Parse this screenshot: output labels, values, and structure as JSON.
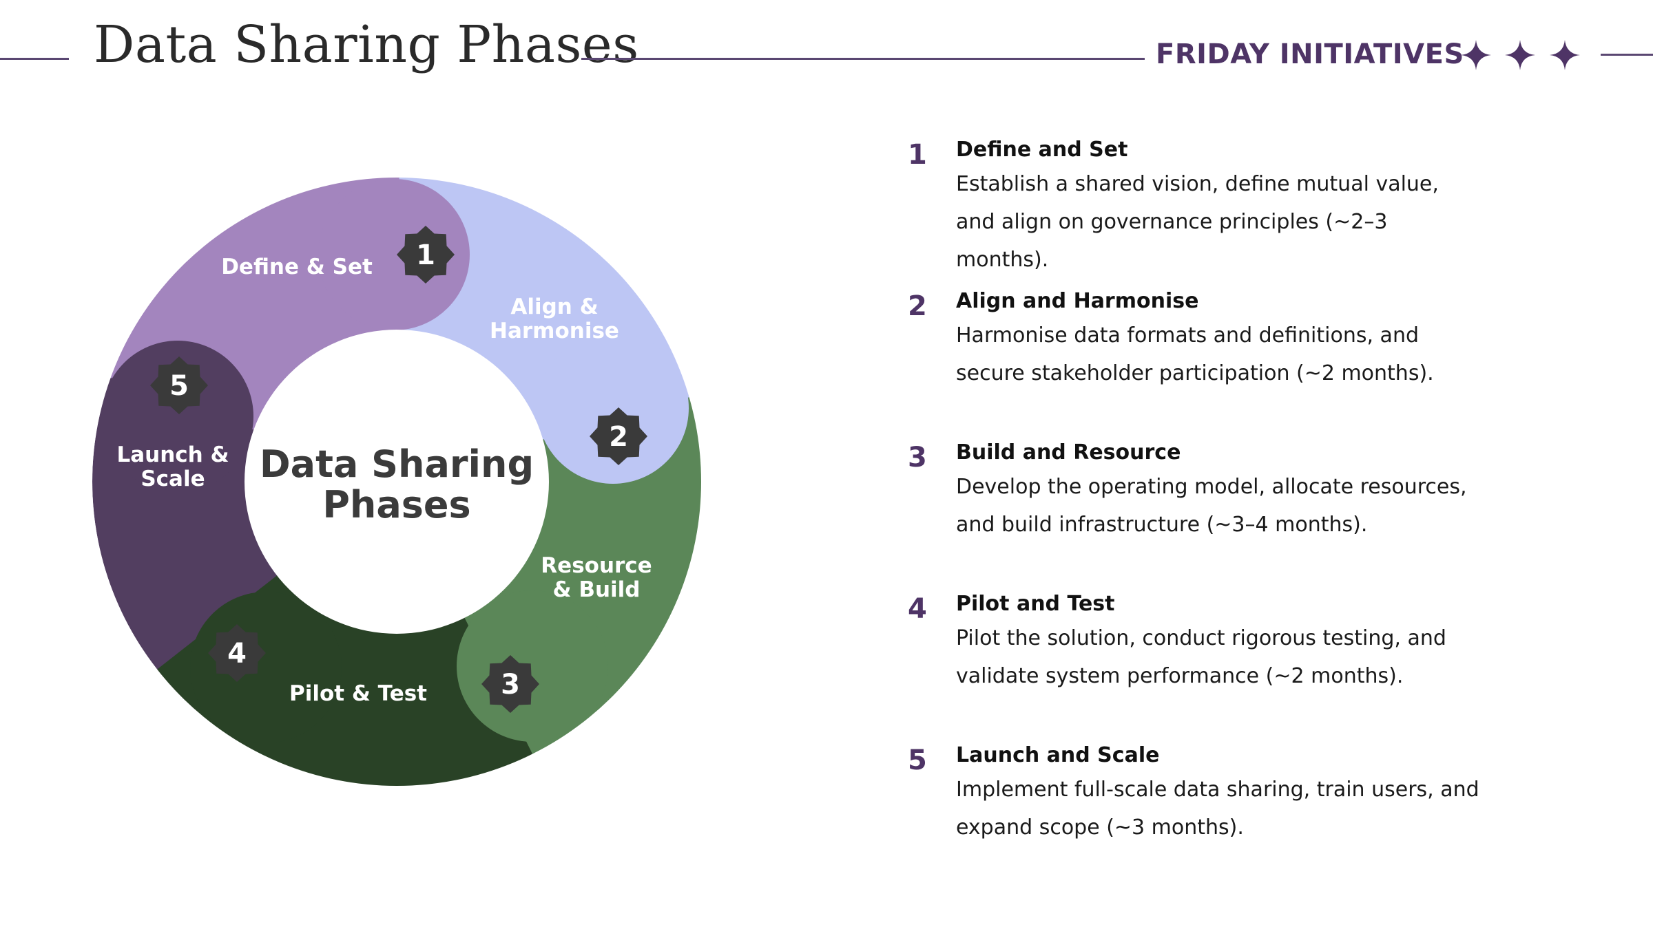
{
  "header": {
    "title": "Data Sharing Phases",
    "brand": "FRIDAY INITIATIVES"
  },
  "colors": {
    "accent": "#4e3466",
    "phase1": "#a385be",
    "phase2": "#bdc6f4",
    "phase3": "#5b8758",
    "phase4": "#294226",
    "phase5": "#523e60",
    "badge": "#3a3a3a"
  },
  "cycle": {
    "center_label_1": "Data Sharing",
    "center_label_2": "Phases",
    "segments": [
      {
        "number": "1",
        "label_1": "Define & Set",
        "label_2": ""
      },
      {
        "number": "2",
        "label_1": "Align &",
        "label_2": "Harmonise"
      },
      {
        "number": "3",
        "label_1": "Resource",
        "label_2": "& Build"
      },
      {
        "number": "4",
        "label_1": "Pilot & Test",
        "label_2": ""
      },
      {
        "number": "5",
        "label_1": "Launch &",
        "label_2": "Scale"
      }
    ]
  },
  "phases": [
    {
      "number": "1",
      "title": "Define and Set",
      "description": "Establish a shared vision, define mutual value, and align on governance principles (~2–3 months)."
    },
    {
      "number": "2",
      "title": "Align and Harmonise",
      "description": "Harmonise data formats and definitions, and secure stakeholder participation (~2 months)."
    },
    {
      "number": "3",
      "title": "Build and Resource",
      "description": "Develop the operating model, allocate resources, and build infrastructure (~3–4 months)."
    },
    {
      "number": "4",
      "title": "Pilot and Test",
      "description": "Pilot the solution, conduct rigorous testing, and validate system performance  (~2 months)."
    },
    {
      "number": "5",
      "title": "Launch and Scale",
      "description": "Implement full-scale data sharing, train users, and expand scope (~3 months)."
    }
  ]
}
